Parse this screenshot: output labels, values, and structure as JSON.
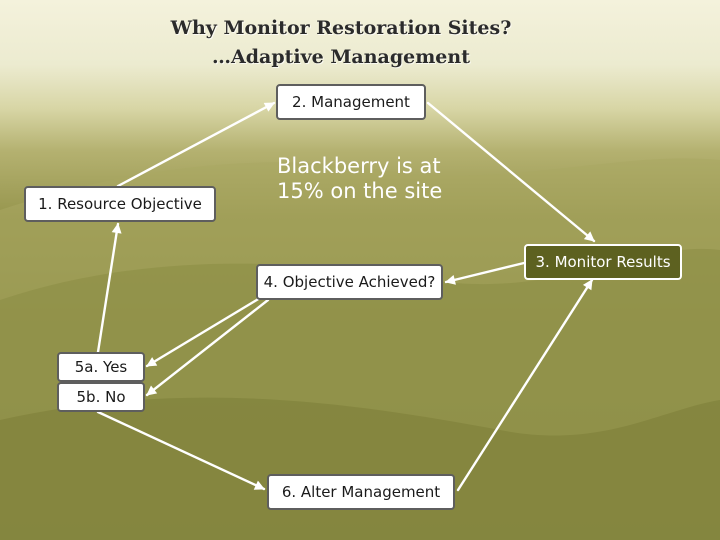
{
  "title": {
    "line1": "Why Monitor Restoration Sites?",
    "line2": "…Adaptive Management"
  },
  "nodes": {
    "management": "2. Management",
    "resource_objective": "1. Resource Objective",
    "monitor_results": "3. Monitor Results",
    "objective_achieved": "4. Objective Achieved?",
    "yes": "5a. Yes",
    "no": "5b. No",
    "alter_management": "6. Alter Management"
  },
  "annotation": "Blackberry is at 15% on the site",
  "colors": {
    "box_fill": "#ffffff",
    "box_border": "#5e5e5e",
    "highlight_fill": "#5d6120",
    "arrow": "#ffffff",
    "note_text": "#ffffff"
  }
}
